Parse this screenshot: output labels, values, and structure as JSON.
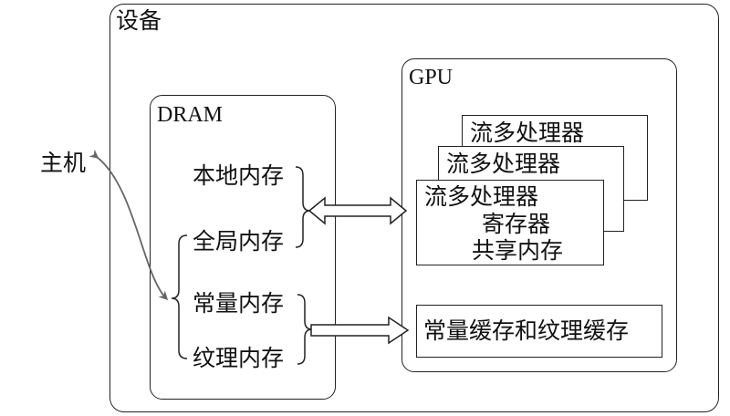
{
  "device": {
    "label": "设备"
  },
  "host": {
    "label": "主机"
  },
  "dram": {
    "label": "DRAM",
    "memories": {
      "local": "本地内存",
      "global": "全局内存",
      "constant": "常量内存",
      "texture": "纹理内存"
    }
  },
  "gpu": {
    "label": "GPU",
    "sm_back": "流多处理器",
    "sm_mid": "流多处理器",
    "sm_front": {
      "label": "流多处理器",
      "registers": "寄存器",
      "shared_memory": "共享内存"
    },
    "cache": "常量缓存和纹理缓存"
  },
  "colors": {
    "line": "#222222",
    "host_arrow": "#666666"
  }
}
